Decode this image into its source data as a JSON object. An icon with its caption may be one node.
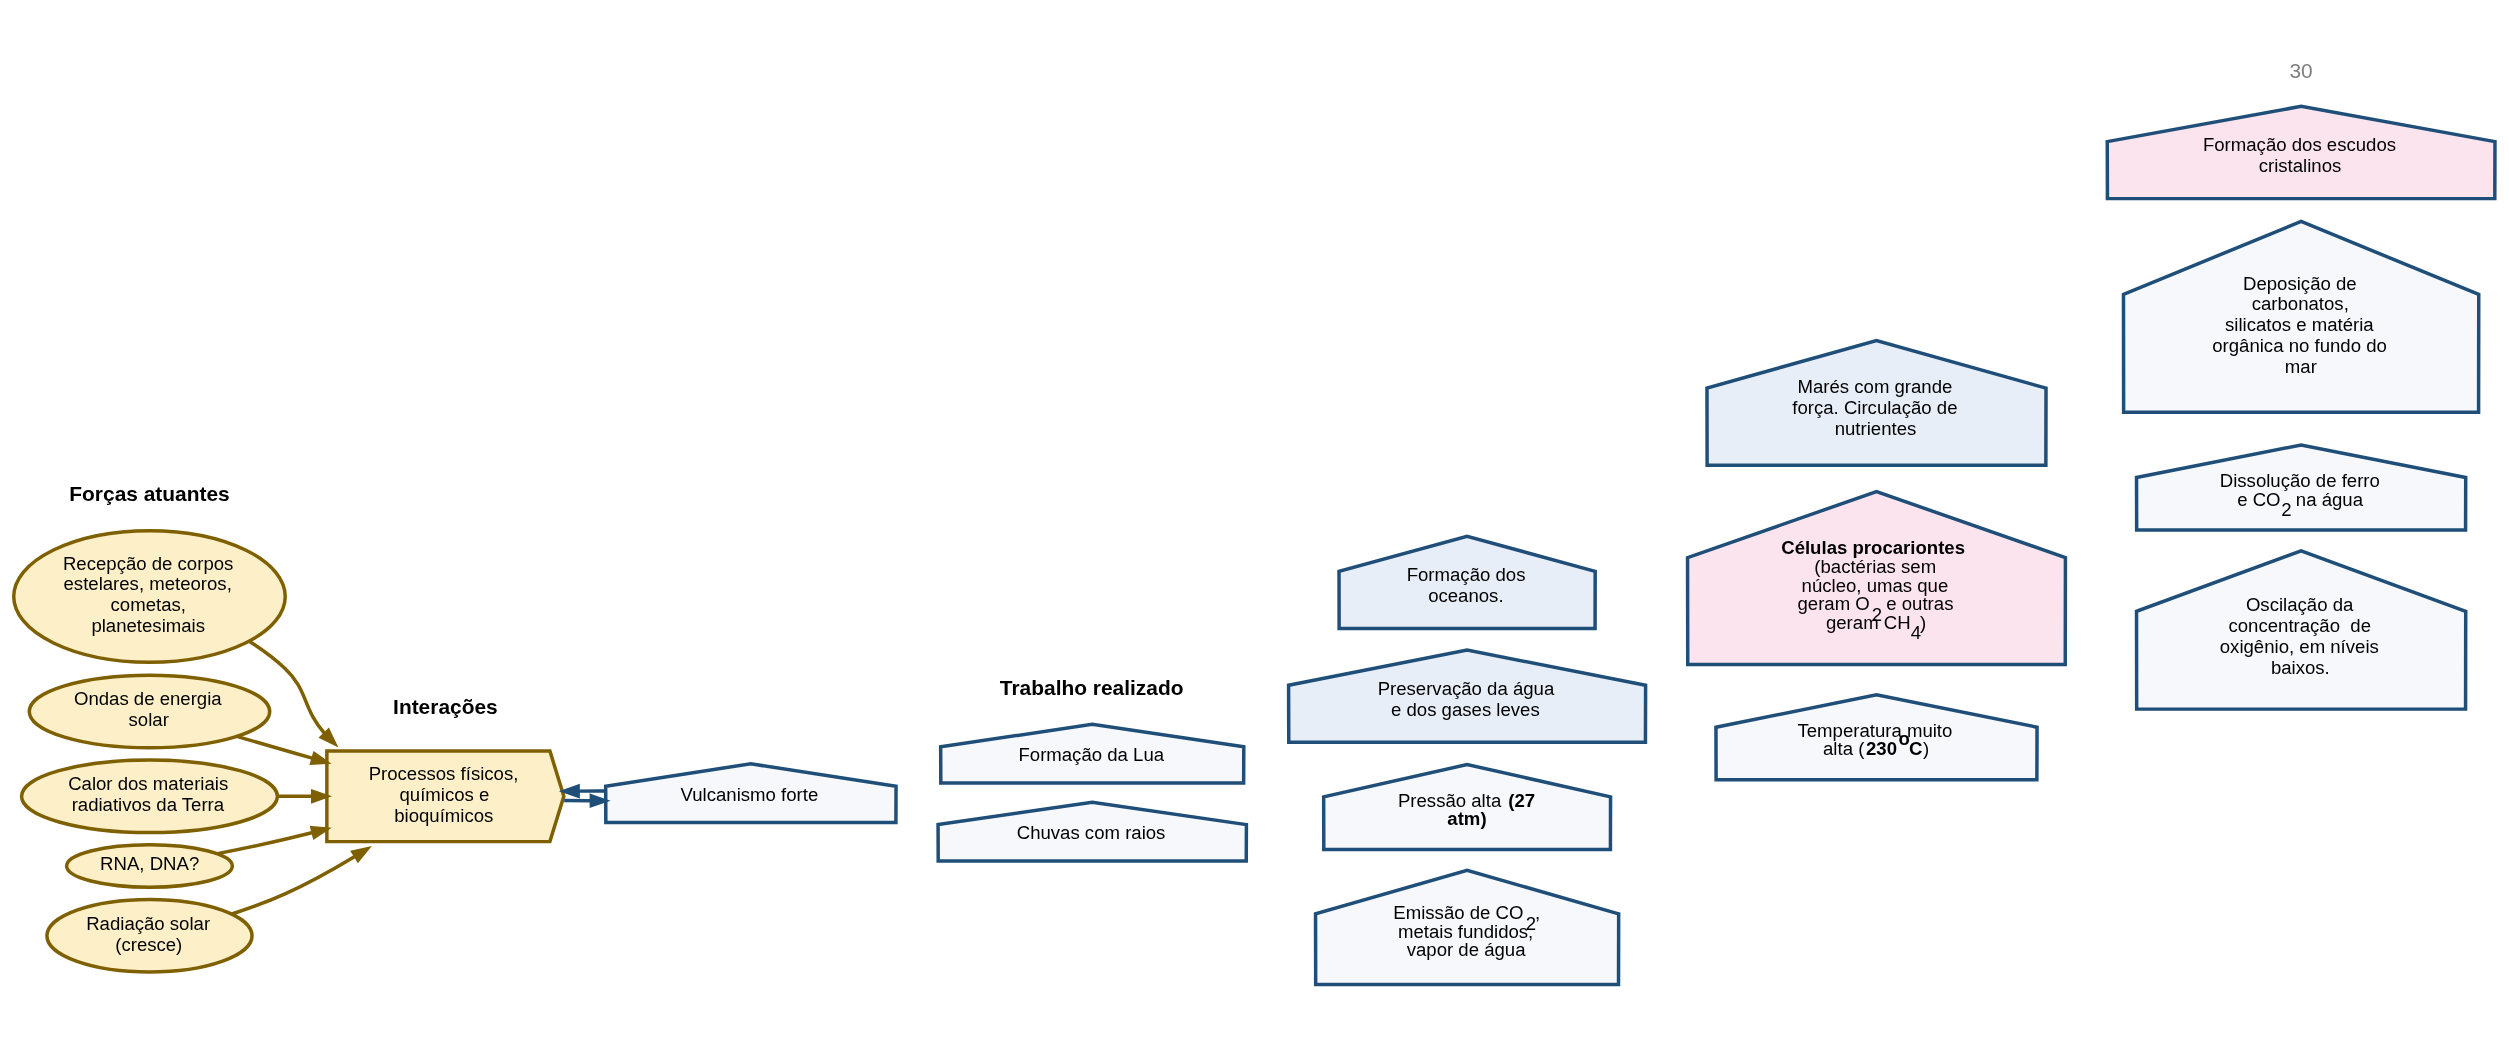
{
  "diagram": {
    "nodes": [
      {
        "text": [
          "Recepção de corpos estelares, meteoros, cometas, planetesimais"
        ]
      },
      {
        "text": [
          "Ondas de energia solar"
        ]
      },
      {
        "text": [
          "Calor dos materiais radiativos da Terra"
        ]
      },
      {
        "text": [
          "RNA, DNA?"
        ]
      },
      {
        "text": [
          "Radiação solar (cresce)"
        ]
      },
      {
        "text": [
          "Processos físicos, químicos e bioquímicos"
        ]
      },
      {
        "text": [
          "Formação dos oceanos."
        ]
      },
      {
        "text": [
          "Marés com grande força. Circulação de nutrientes"
        ]
      },
      {
        "text": [
          "Formação dos escudos cristalinos"
        ]
      },
      {
        "text": [
          "Formação da Lua"
        ]
      },
      {
        "text": [
          "Preservação da água e dos gases leves"
        ]
      },
      {
        "text": [
          "Deposição de carbonatos, silicatos e matéria orgânica no fundo do mar"
        ]
      },
      {
        "text": [
          "Chuvas com raios"
        ]
      },
      {
        "text": [
          "**Células procariontes** (bactérias sem núcleo, umas que geram O$_{2}$ e outras geram CH$_{4}$)"
        ]
      },
      {
        "text": [
          "Dissolução de ferro e CO$_{2}$ na água"
        ]
      },
      {
        "text": [
          "Pressão alta **(27 atm)**"
        ]
      },
      {
        "text": [
          "Vulcanismo forte"
        ]
      },
      {
        "text": [
          "Temperatura muito alta (**230$^{o}$C**)"
        ]
      },
      {
        "text": [
          "Emissão de CO$_{2}$, metais fundidos, vapor de água"
        ]
      },
      {
        "text": [
          "Oscilação da concentração  de oxigênio, em níveis baixos."
        ]
      }
    ],
    "edges": [
      {
        "from": 2,
        "to": 5,
        "arrow": "to"
      },
      {
        "from": 0,
        "to": 5,
        "arrow": "to"
      },
      {
        "from": 1,
        "to": 5,
        "arrow": "to"
      },
      {
        "from": 3,
        "to": 5,
        "arrow": "to"
      },
      {
        "from": 4,
        "to": 5,
        "arrow": "to"
      },
      {
        "from": 16,
        "to": 5,
        "arrow": "to",
        "color": "#1f4e79"
      },
      {
        "from": 5,
        "to": 16,
        "arrow": "to",
        "color": "#1f4e79"
      }
    ],
    "labels": [
      "Forças atuantes",
      "Trabalho realizado",
      "Interações",
      "30"
    ]
  }
}
